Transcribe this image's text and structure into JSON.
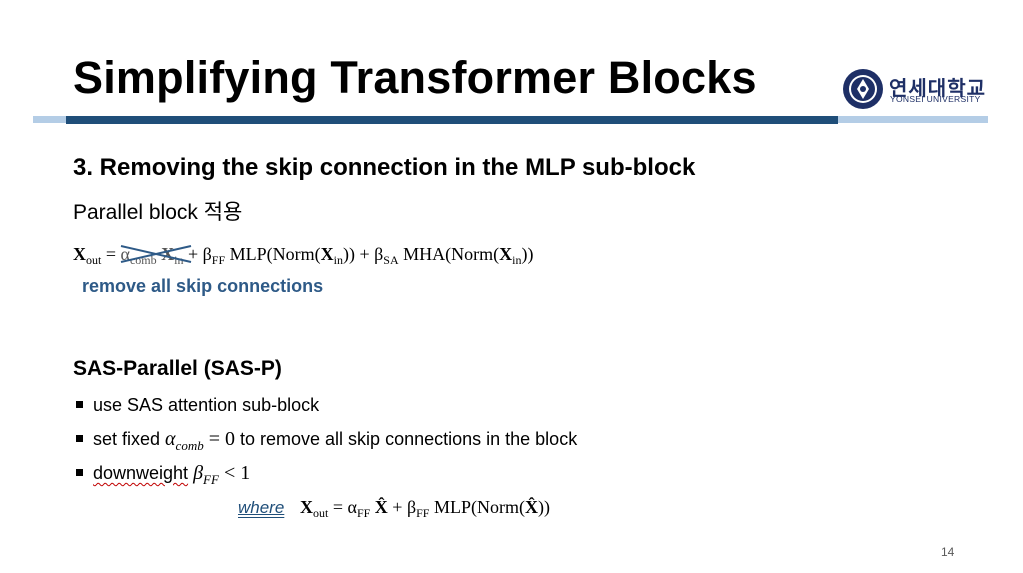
{
  "slide": {
    "title": "Simplifying Transformer Blocks",
    "logo": {
      "korean_name": "연세대학교",
      "english_name": "YONSEI UNIVERSITY"
    },
    "section_heading": "3. Removing the skip connection in the MLP sub-block",
    "parallel_line": "Parallel block 적용",
    "equation1": {
      "lhs": "X",
      "lhs_sub": "out",
      "struck_term": "αcomb Xin",
      "rest": "+ βFF MLP(Norm(Xin)) + βSA MHA(Norm(Xin))"
    },
    "remove_note": "remove all skip connections",
    "sas_heading": "SAS-Parallel (SAS-P)",
    "bullets": [
      "use SAS attention sub-block",
      "set fixed αcomb = 0 to remove all skip connections in the block",
      "downweight βFF < 1"
    ],
    "where_label": "where",
    "equation2": "Xout = αFF X̂ + βFF MLP(Norm(X̂))",
    "page_number": "14"
  },
  "colors": {
    "bar_dark": "#1f4e79",
    "bar_light": "#b4cde6",
    "note_blue": "#2e5a87",
    "logo_navy": "#1e2f66"
  },
  "icons": [
    "yonsei-seal-icon"
  ]
}
